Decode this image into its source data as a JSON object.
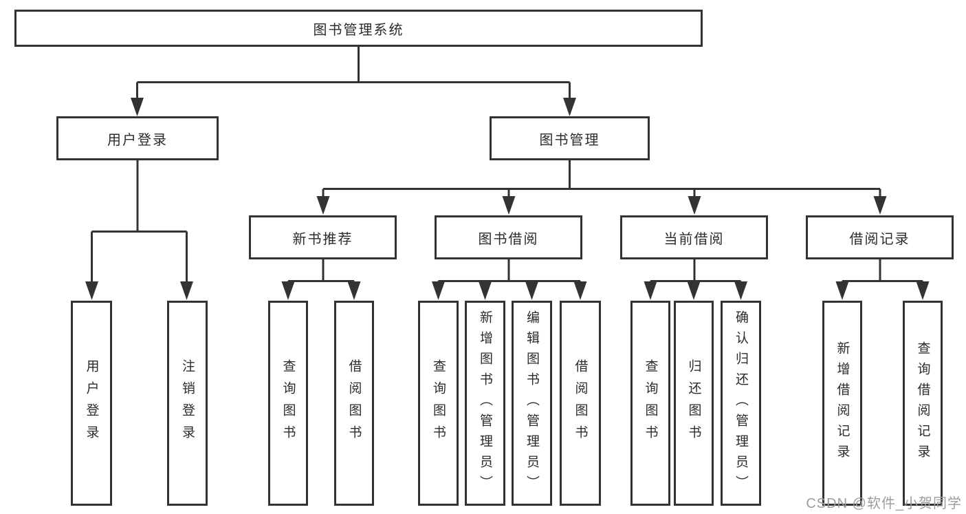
{
  "tree": {
    "label": "图书管理系统",
    "children": [
      {
        "label": "用户登录",
        "children": [
          {
            "label": "用户登录"
          },
          {
            "label": "注销登录"
          }
        ]
      },
      {
        "label": "图书管理",
        "children": [
          {
            "label": "新书推荐",
            "children": [
              {
                "label": "查询图书"
              },
              {
                "label": "借阅图书"
              }
            ]
          },
          {
            "label": "图书借阅",
            "children": [
              {
                "label": "查询图书"
              },
              {
                "label": "新增图书（管理员）"
              },
              {
                "label": "编辑图书（管理员）"
              },
              {
                "label": "借阅图书"
              }
            ]
          },
          {
            "label": "当前借阅",
            "children": [
              {
                "label": "查询图书"
              },
              {
                "label": "归还图书"
              },
              {
                "label": "确认归还（管理员）"
              }
            ]
          },
          {
            "label": "借阅记录",
            "children": [
              {
                "label": "新增借阅记录"
              },
              {
                "label": "查询借阅记录"
              }
            ]
          }
        ]
      }
    ]
  },
  "watermark": {
    "text": "CSDN @软件_小贺同学"
  },
  "colors": {
    "background": "#ffffff",
    "line": "#333333",
    "box_border": "#333333",
    "text": "#2b2b2b",
    "watermark": "#9c9c9c"
  }
}
